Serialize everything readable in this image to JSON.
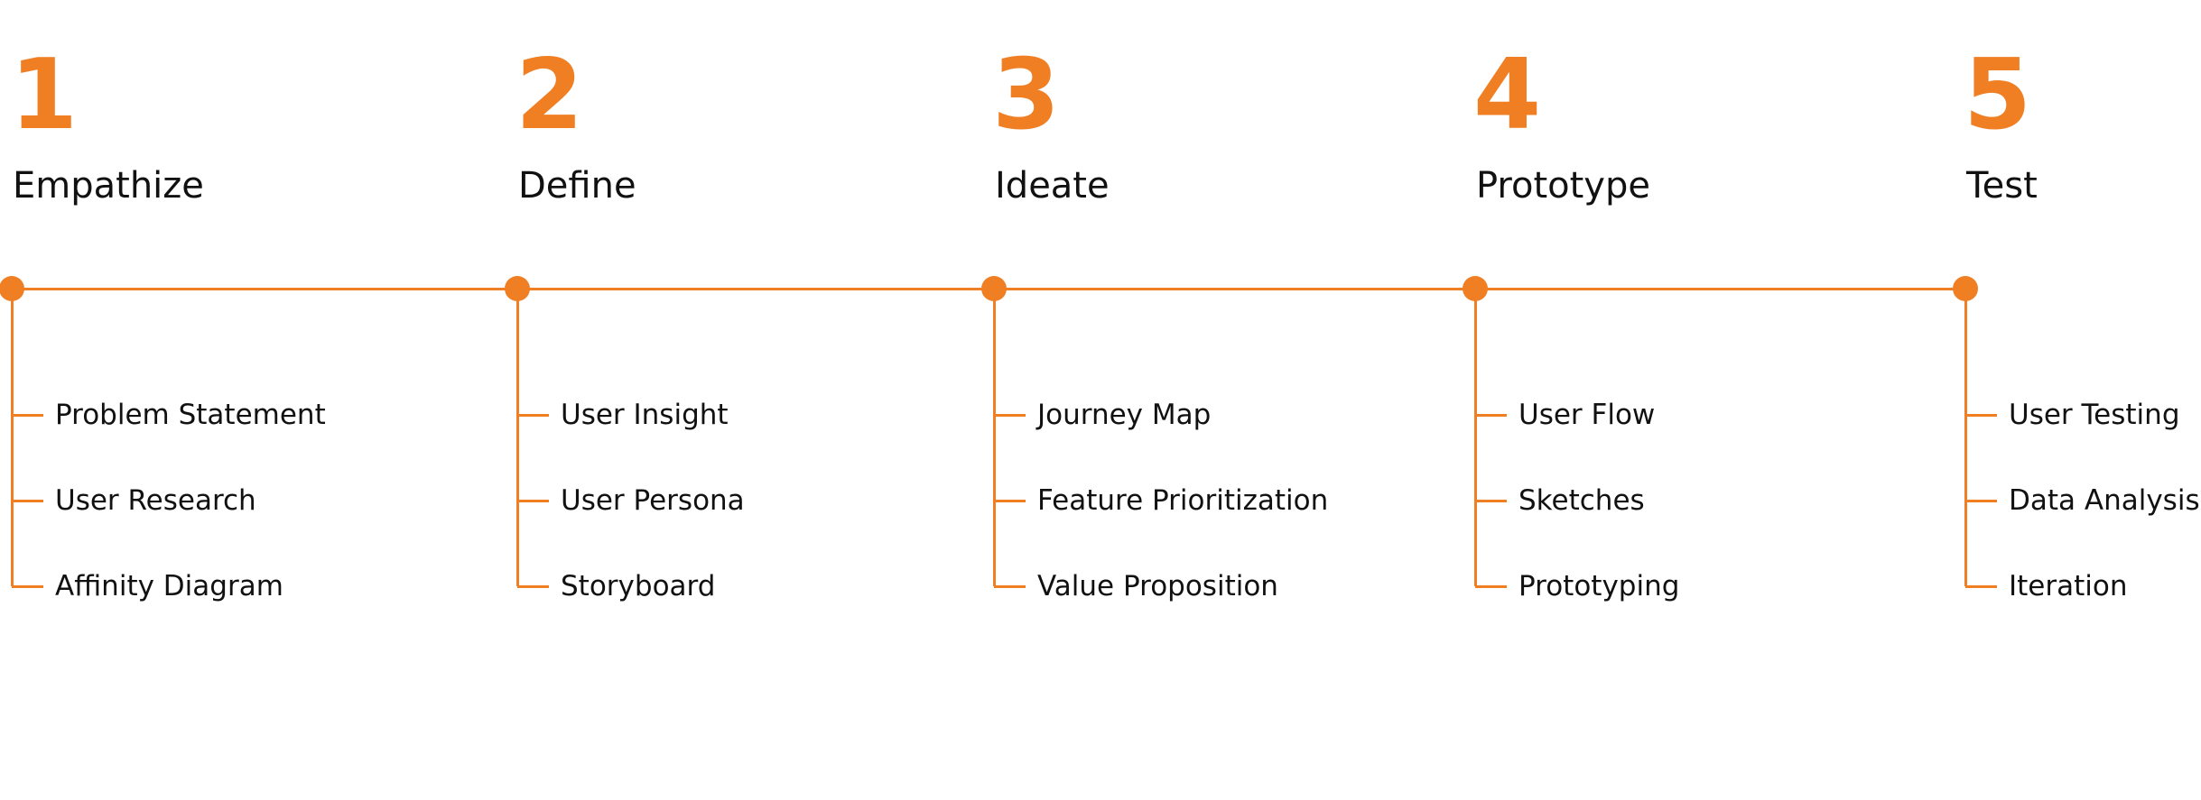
{
  "accent_color": "#F07F24",
  "stages": [
    {
      "number": "1",
      "title": "Empathize",
      "items": [
        "Problem Statement",
        "User Research",
        "Affinity Diagram"
      ]
    },
    {
      "number": "2",
      "title": "Define",
      "items": [
        "User Insight",
        "User Persona",
        "Storyboard"
      ]
    },
    {
      "number": "3",
      "title": "Ideate",
      "items": [
        "Journey Map",
        "Feature Prioritization",
        "Value Proposition"
      ]
    },
    {
      "number": "4",
      "title": "Prototype",
      "items": [
        "User Flow",
        "Sketches",
        "Prototyping"
      ]
    },
    {
      "number": "5",
      "title": "Test",
      "items": [
        "User Testing",
        "Data Analysis",
        "Iteration"
      ]
    }
  ]
}
